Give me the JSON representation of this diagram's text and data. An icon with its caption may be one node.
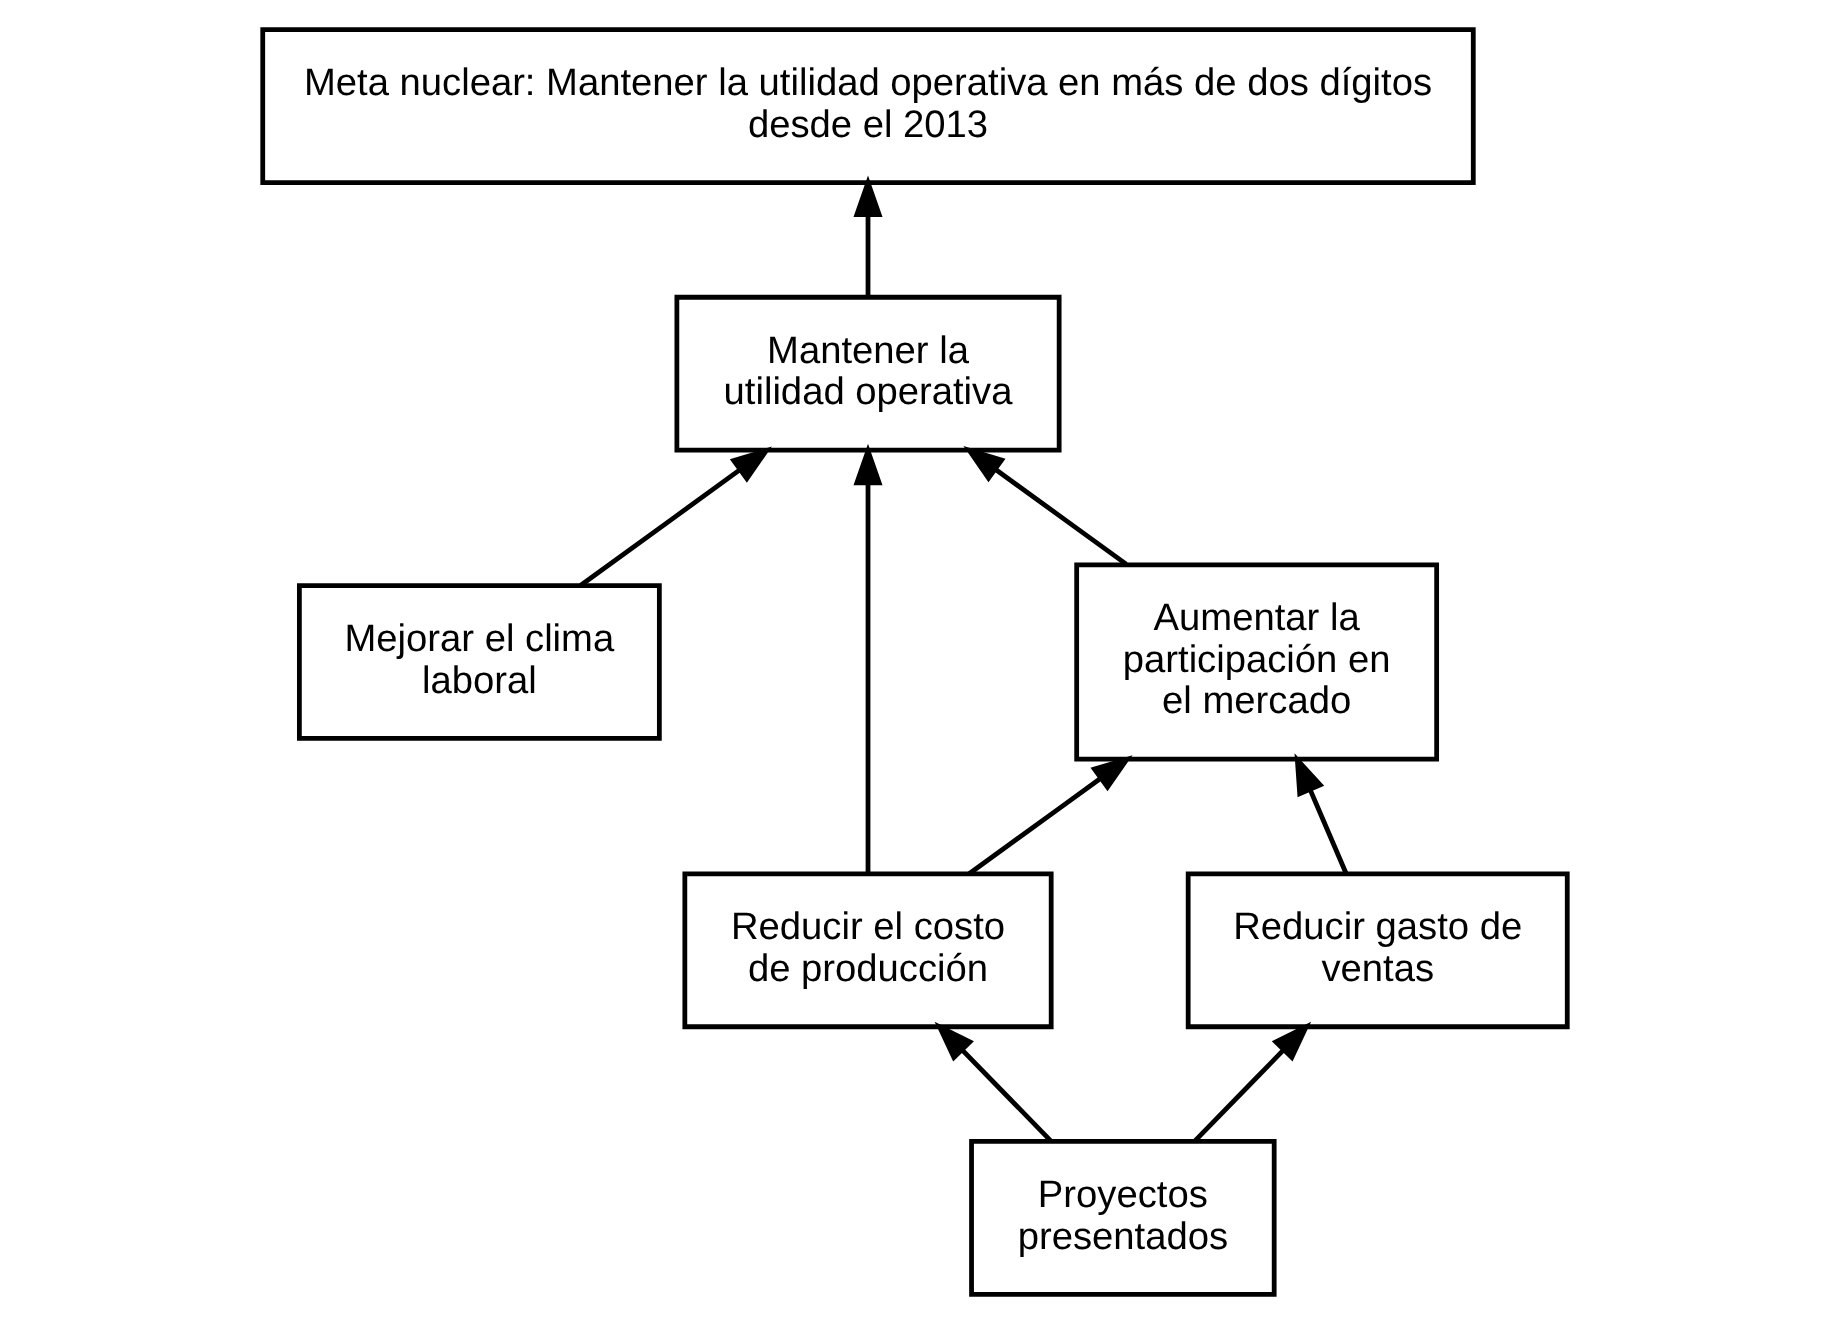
{
  "diagram": {
    "nodes": [
      {
        "text": [
          "Meta nuclear: Mantener la utilidad operativa en más de dos dígitos desde el 2013"
        ]
      },
      {
        "text": [
          "Mantener la utilidad operativa"
        ]
      },
      {
        "text": [
          "Mejorar el clima laboral"
        ]
      },
      {
        "text": [
          "Aumentar la participación en el mercado"
        ]
      },
      {
        "text": [
          "Reducir el costo de producción"
        ]
      },
      {
        "text": [
          "Reducir gasto de ventas"
        ]
      },
      {
        "text": [
          "Proyectos presentados"
        ]
      }
    ],
    "edges": [
      {
        "from": 1,
        "to": 0,
        "arrow": "to"
      },
      {
        "from": 2,
        "to": 1,
        "arrow": "to"
      },
      {
        "from": 3,
        "to": 1,
        "arrow": "to"
      },
      {
        "from": 4,
        "to": 1,
        "arrow": "to"
      },
      {
        "from": 4,
        "to": 3,
        "arrow": "to"
      },
      {
        "from": 5,
        "to": 3,
        "arrow": "to"
      },
      {
        "from": 6,
        "to": 5,
        "arrow": "to"
      },
      {
        "from": 6,
        "to": 4,
        "arrow": "to"
      }
    ]
  }
}
